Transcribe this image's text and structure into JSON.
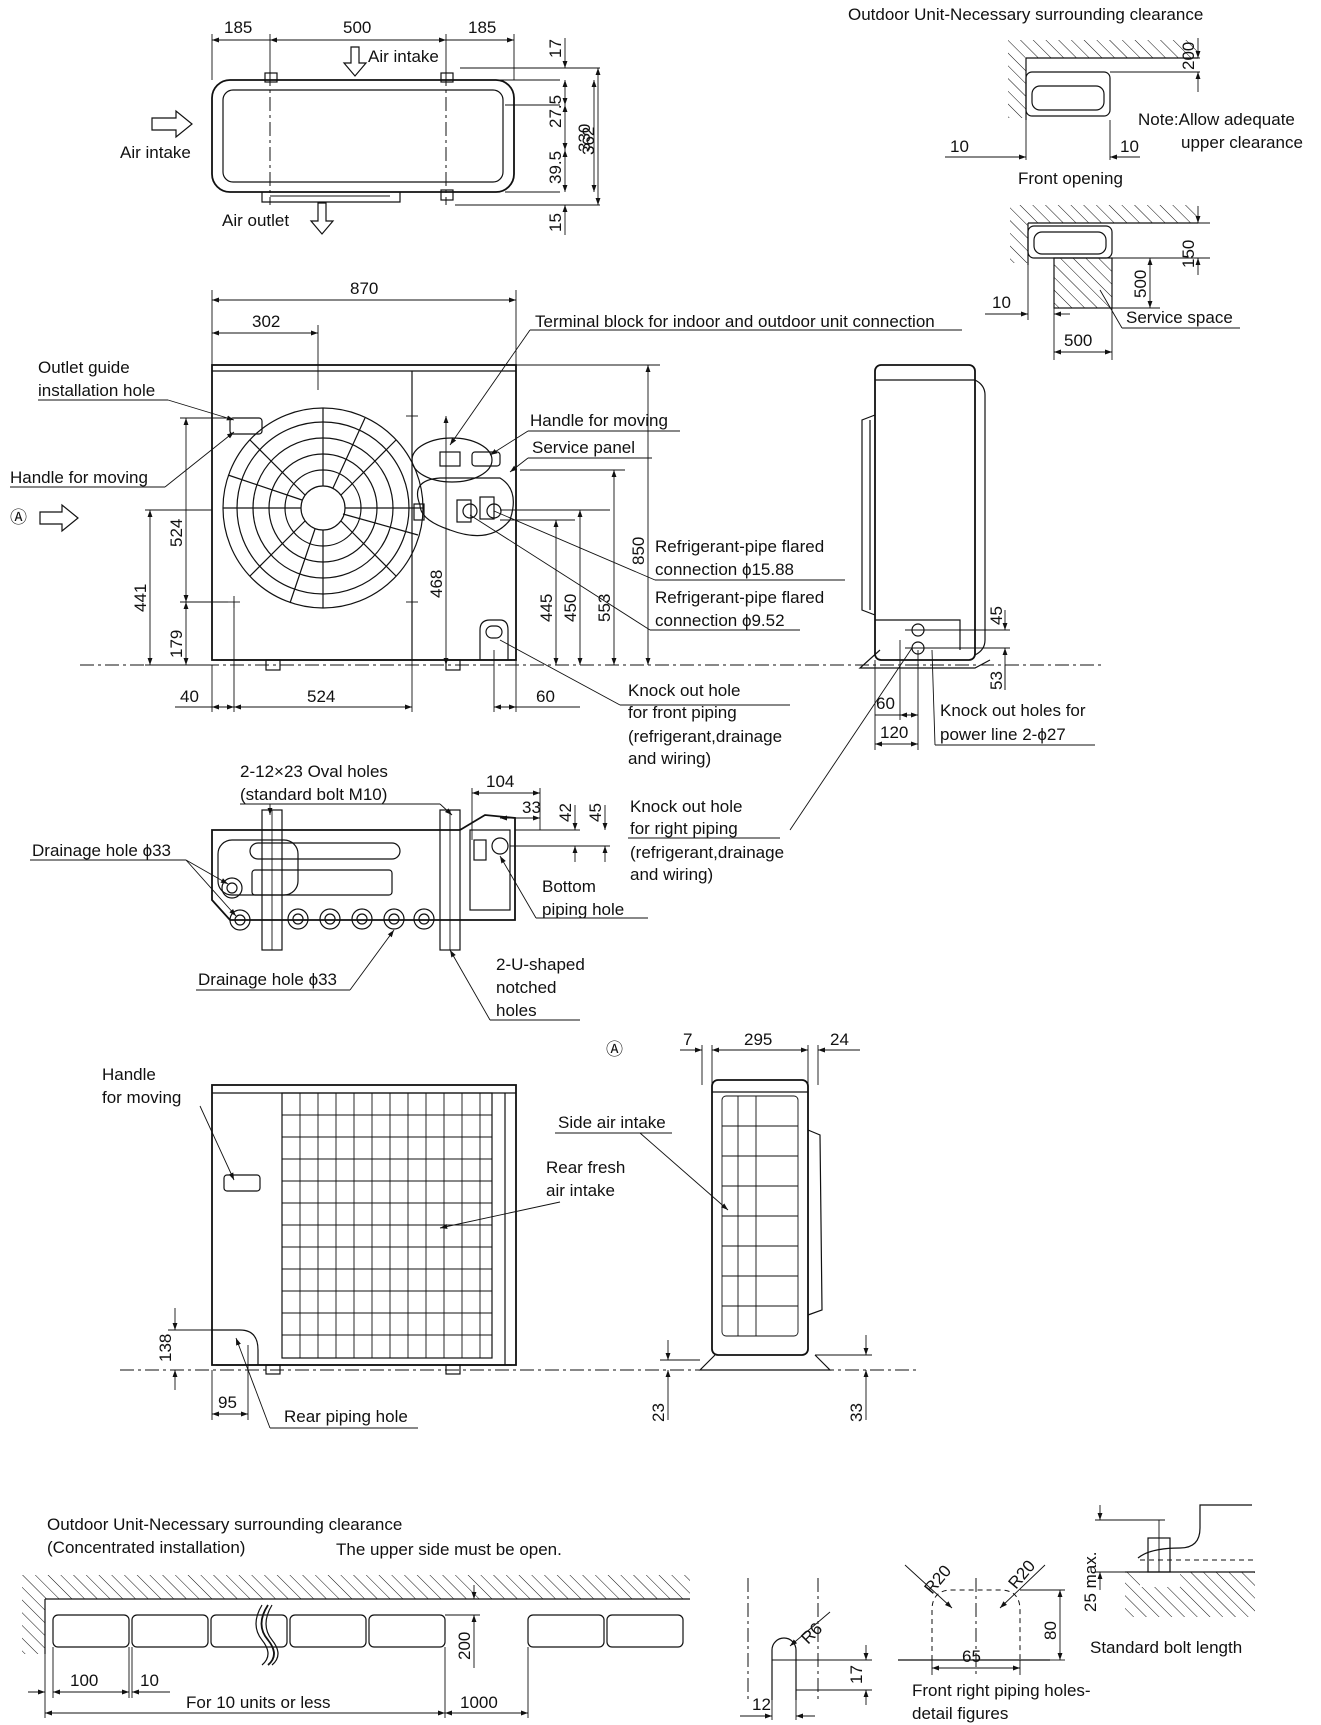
{
  "top_view": {
    "dims": [
      "185",
      "500",
      "185",
      "17",
      "27.5",
      "330",
      "362",
      "39.5",
      "15"
    ],
    "air_intake_top": "Air intake",
    "air_intake_left": "Air intake",
    "air_outlet": "Air outlet"
  },
  "clearance_single": {
    "title": "Outdoor Unit-Necessary surrounding clearance",
    "d_top": "200",
    "note_1": "Note:Allow adequate",
    "note_2": "upper clearance",
    "d_left": "10",
    "d_right": "10",
    "front_opening": "Front opening",
    "d_150": "150",
    "d_10": "10",
    "d_500v": "500",
    "d_500h": "500",
    "service_space": "Service space"
  },
  "front_view": {
    "d_870": "870",
    "d_302": "302",
    "terminal_block": "Terminal block for indoor and outdoor unit connection",
    "outlet_guide_1": "Outlet guide",
    "outlet_guide_2": "installation hole",
    "handle_right": "Handle for moving",
    "service_panel": "Service panel",
    "handle_left": "Handle for moving",
    "view_marker": "Ⓐ",
    "d_524v": "524",
    "d_441": "441",
    "d_179": "179",
    "d_468": "468",
    "d_445": "445",
    "d_450": "450",
    "d_553": "553",
    "d_850": "850",
    "pipe1_1": "Refrigerant-pipe flared",
    "pipe1_2": "connection ϕ15.88",
    "pipe2_1": "Refrigerant-pipe flared",
    "pipe2_2": "connection ϕ9.52",
    "d_40": "40",
    "d_524h": "524",
    "d_60": "60",
    "front_pipe_1": "Knock out hole",
    "front_pipe_2": "for front piping",
    "front_pipe_3": "(refrigerant,drainage",
    "front_pipe_4": "and wiring)"
  },
  "side_view": {
    "d_45": "45",
    "d_53": "53",
    "d_60": "60",
    "d_120": "120",
    "power_1": "Knock out holes for",
    "power_2": "power line 2-ϕ27"
  },
  "bottom_view": {
    "oval_1": "2-12×23 Oval holes",
    "oval_2": "(standard bolt M10)",
    "d_104": "104",
    "d_33": "33",
    "d_42": "42",
    "d_45": "45",
    "right_pipe_1": "Knock out hole",
    "right_pipe_2": "for right piping",
    "right_pipe_3": "(refrigerant,drainage",
    "right_pipe_4": "and wiring)",
    "drain_left": "Drainage hole ϕ33",
    "bottom_pipe_1": "Bottom",
    "bottom_pipe_2": "piping hole",
    "drain_bottom": "Drainage hole ϕ33",
    "notch_1": "2-U-shaped",
    "notch_2": "notched",
    "notch_3": "holes"
  },
  "rear_view": {
    "handle_1": "Handle",
    "handle_2": "for moving",
    "fresh_1": "Rear fresh",
    "fresh_2": "air intake",
    "d_138": "138",
    "d_95": "95",
    "rear_pipe": "Rear piping hole"
  },
  "side_view_a": {
    "marker": "Ⓐ",
    "d_7": "7",
    "d_295": "295",
    "d_24": "24",
    "side_intake": "Side air intake",
    "d_23": "23",
    "d_33": "33"
  },
  "concentrated": {
    "title_1": "Outdoor Unit-Necessary surrounding clearance",
    "title_2": "(Concentrated installation)",
    "upper_open": "The upper side must be open.",
    "d_200": "200",
    "d_100": "100",
    "d_10": "10",
    "units": "For 10 units or less",
    "d_1000": "1000"
  },
  "notch_detail": {
    "r6": "R6",
    "d_17": "17",
    "d_12": "12"
  },
  "piping_detail": {
    "r20a": "R20",
    "r20b": "R20",
    "d_80": "80",
    "d_65": "65",
    "caption_1": "Front right piping holes-",
    "caption_2": "detail figures"
  },
  "bolt_detail": {
    "d_25max": "25 max.",
    "caption": "Standard bolt length"
  }
}
